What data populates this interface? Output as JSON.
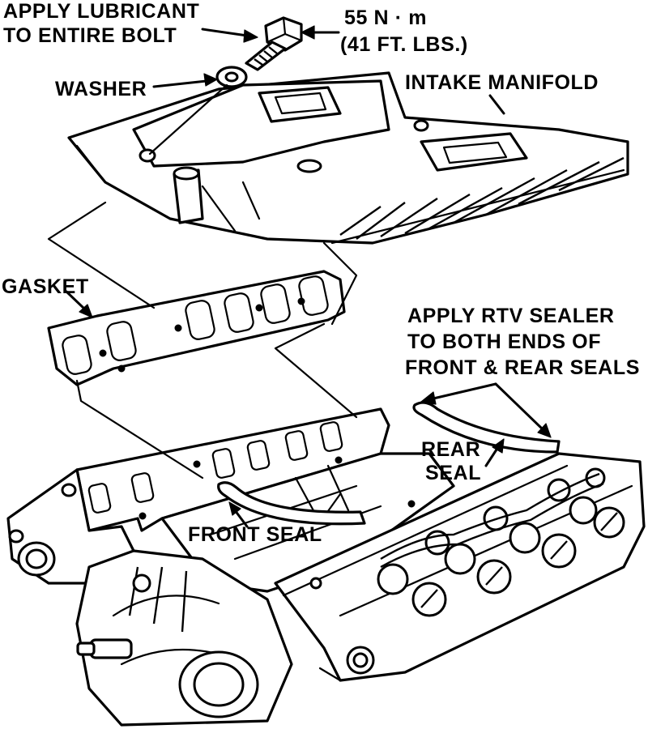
{
  "labels": {
    "lubricant_line1": "APPLY LUBRICANT",
    "lubricant_line2": "TO ENTIRE BOLT",
    "torque_line1": "55 N · m",
    "torque_line2": "(41 FT. LBS.)",
    "washer": "WASHER",
    "intake_manifold": "INTAKE MANIFOLD",
    "gasket": "GASKET",
    "rtv_line1": "APPLY RTV SEALER",
    "rtv_line2": "TO BOTH ENDS OF",
    "rtv_line3": "FRONT & REAR SEALS",
    "rear_seal_line1": "REAR",
    "rear_seal_line2": "SEAL",
    "front_seal": "FRONT SEAL"
  },
  "icons": [
    "bolt-icon",
    "washer-icon",
    "intake-manifold-icon",
    "gasket-icon",
    "rear-seal-icon",
    "front-seal-icon",
    "cylinder-head-icon",
    "water-pump-icon"
  ],
  "colors": {
    "ink": "#000000",
    "paper": "#ffffff"
  }
}
